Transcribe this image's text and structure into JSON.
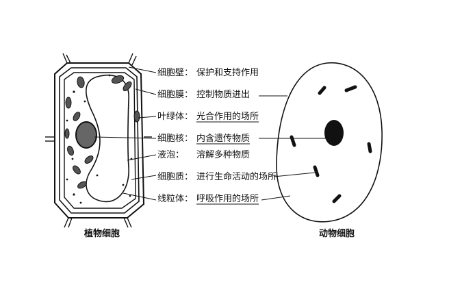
{
  "labels": [
    {
      "part": "细胞壁",
      "function": "保护和支持作用",
      "underline": false
    },
    {
      "part": "细胞膜",
      "function": "控制物质进出",
      "underline": false
    },
    {
      "part": "叶绿体",
      "function": "光合作用的场所",
      "underline": true
    },
    {
      "part": "细胞核",
      "function": "内含遗传物质",
      "underline": true
    },
    {
      "part": "液泡",
      "function": "溶解多种物质",
      "underline": false
    },
    {
      "part": "细胞质",
      "function": "进行生命活动的场所",
      "underline": false
    },
    {
      "part": "线粒体",
      "function": "呼吸作用的场所",
      "underline": true
    }
  ],
  "separator": "：",
  "captions": {
    "plant": "植物细胞",
    "animal": "动物细胞"
  }
}
